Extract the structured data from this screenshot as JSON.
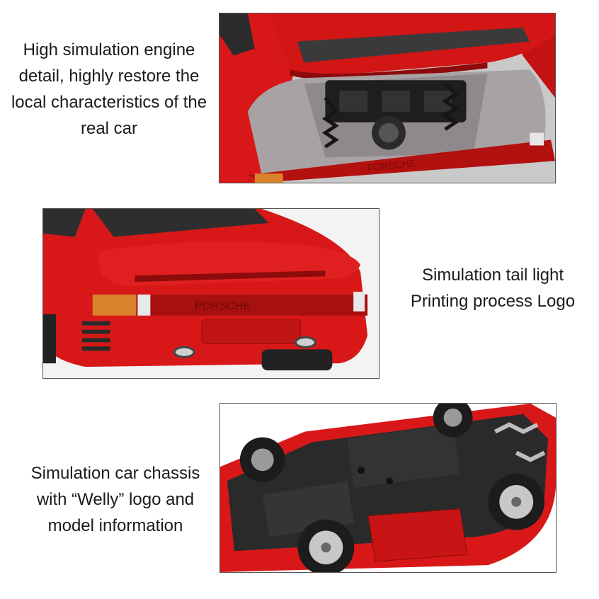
{
  "captions": {
    "engine": [
      "High simulation engine",
      "detail, highly restore the",
      "local characteristics of the",
      "real car"
    ],
    "tail": [
      "Simulation tail light",
      "Printing process Logo"
    ],
    "chassis": [
      "Simulation car chassis",
      "with “Welly” logo and",
      "model information"
    ]
  },
  "photos": {
    "engine_brand_text": "PORSCHE",
    "tail_brand_text": "PORSCHE"
  },
  "colors": {
    "car_red": "#d81818",
    "dark_red": "#9a0c0c",
    "chassis_black": "#2a2a2a",
    "engine_bay_grey": "#a8a2a4"
  }
}
